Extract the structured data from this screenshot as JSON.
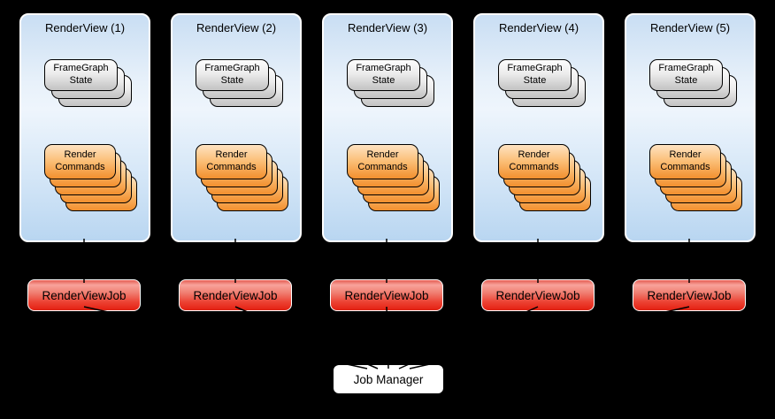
{
  "diagram": {
    "background": "#000000",
    "render_views": [
      {
        "title": "RenderView (1)"
      },
      {
        "title": "RenderView (2)"
      },
      {
        "title": "RenderView (3)"
      },
      {
        "title": "RenderView (4)"
      },
      {
        "title": "RenderView (5)"
      }
    ],
    "frame_graph_stack": {
      "label": "FrameGraph State",
      "card_count": 3
    },
    "render_commands_stack": {
      "label": "Render Commands",
      "card_count": 5
    },
    "jobs": [
      {
        "label": "RenderViewJob"
      },
      {
        "label": "RenderViewJob"
      },
      {
        "label": "RenderViewJob"
      },
      {
        "label": "RenderViewJob"
      },
      {
        "label": "RenderViewJob"
      }
    ],
    "job_manager": {
      "label": "Job Manager"
    },
    "colors": {
      "view_fill_top": "#c9def3",
      "view_fill_middle": "#eef5fc",
      "view_fill_bottom": "#b9d6f1",
      "view_border": "#ffffff",
      "gray_card_top": "#fdfdfd",
      "gray_card_bottom": "#c2c2c2",
      "orange_card_top": "#fee3c2",
      "orange_card_bottom": "#f28f2e",
      "job_fill_top": "#f8a39b",
      "job_fill_bottom": "#e62718",
      "job_border": "#ffffff",
      "job_manager_fill": "#ffffff",
      "card_border": "#000000",
      "connector": "#000000",
      "text": "#000000"
    }
  }
}
